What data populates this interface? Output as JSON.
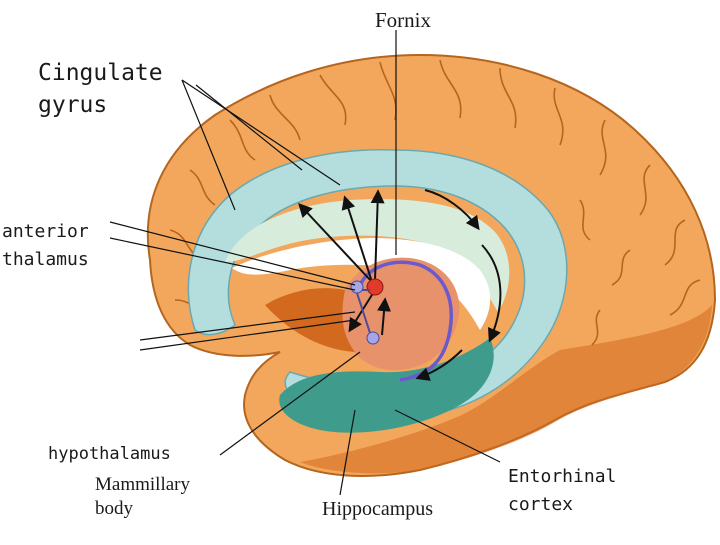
{
  "diagram": {
    "labels": {
      "fornix": "Fornix",
      "cingulate_line1": "Cingulate",
      "cingulate_line2": "gyrus",
      "anterior_line1": "anterior",
      "anterior_line2": "thalamus",
      "hypothalamus": "hypothalamus",
      "mammillary_line1": "Mammillary",
      "mammillary_line2": "body",
      "hippocampus": "Hippocampus",
      "entorhinal_line1": "Entorhinal",
      "entorhinal_line2": "cortex"
    },
    "colors": {
      "cortex_fill": "#f2a75c",
      "cortex_stroke": "#b5651d",
      "cingulate_fill": "#b4dede",
      "cingulate_inner": "#d8ecdc",
      "teal_band": "#3f9c8c",
      "thalamus_fill": "#e8926c",
      "hypothalamus_fill": "#d2691e",
      "fornix_stroke": "#6a5acd",
      "node_red": "#e03a2a",
      "node_blue": "#a6a6e6"
    }
  }
}
